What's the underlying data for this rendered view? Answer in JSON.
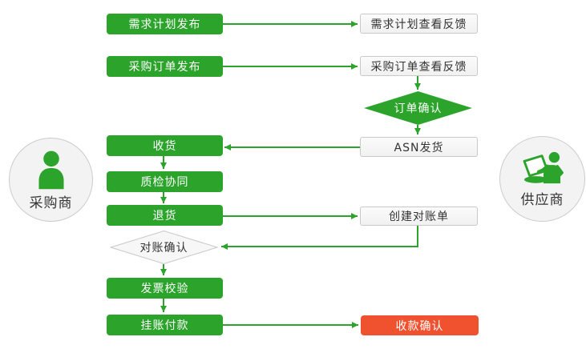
{
  "diagram": {
    "type": "flowchart",
    "actors": {
      "buyer": {
        "label": "采购商",
        "icon": "person-silhouette"
      },
      "supplier": {
        "label": "供应商",
        "icon": "person-with-laptop"
      }
    },
    "steps": {
      "demand_plan_publish": "需求计划发布",
      "demand_plan_feedback": "需求计划查看反馈",
      "po_publish": "采购订单发布",
      "po_feedback": "采购订单查看反馈",
      "order_confirm": "订单确认",
      "asn_ship": "ASN发货",
      "receive": "收货",
      "quality_collab": "质检协同",
      "return_goods": "退货",
      "create_statement": "创建对账单",
      "statement_confirm": "对账确认",
      "invoice_check": "发票校验",
      "book_payment": "挂账付款",
      "payment_confirm": "收款确认"
    },
    "edges": [
      {
        "from": "需求计划发布",
        "to": "需求计划查看反馈"
      },
      {
        "from": "采购订单发布",
        "to": "采购订单查看反馈"
      },
      {
        "from": "采购订单查看反馈",
        "to": "订单确认"
      },
      {
        "from": "订单确认",
        "to": "ASN发货"
      },
      {
        "from": "ASN发货",
        "to": "收货"
      },
      {
        "from": "收货",
        "to": "质检协同"
      },
      {
        "from": "质检协同",
        "to": "退货"
      },
      {
        "from": "退货",
        "to": "创建对账单"
      },
      {
        "from": "创建对账单",
        "to": "对账确认"
      },
      {
        "from": "对账确认",
        "to": "发票校验"
      },
      {
        "from": "发票校验",
        "to": "挂账付款"
      },
      {
        "from": "挂账付款",
        "to": "收款确认"
      }
    ],
    "colors": {
      "process_green": "#2CA42C",
      "highlight_red": "#F0512F",
      "neutral_fill": "#F6F6F6",
      "neutral_border": "#C9C9C9",
      "text_dark": "#333333",
      "text_light": "#FFFFFF"
    }
  }
}
